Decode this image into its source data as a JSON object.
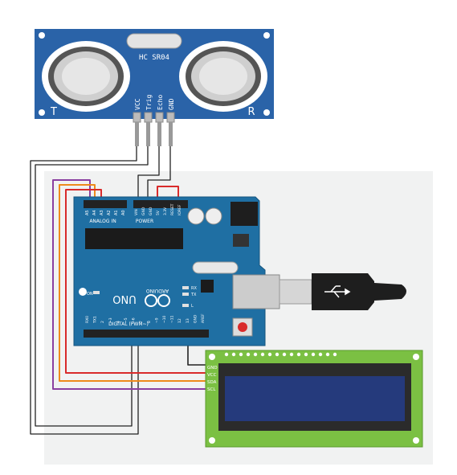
{
  "colors": {
    "board_blue": "#1f6fa3",
    "sensor_blue": "#2a63a8",
    "lcd_green": "#7bc043",
    "lcd_screen": "#253a7c",
    "wire_purple": "#8b3fa0",
    "wire_orange": "#ee8a1c",
    "wire_red": "#d92b2b",
    "wire_black": "#222222",
    "canvas_bg": "#f1f2f2"
  },
  "sensor": {
    "model": "HC SR04",
    "left_label": "T",
    "right_label": "R",
    "pins": [
      "VCC",
      "Trig",
      "Echo",
      "GND"
    ]
  },
  "arduino": {
    "brand": "ARDUINO",
    "model": "UNO",
    "section_analog": "ANALOG IN",
    "section_power": "POWER",
    "section_digital": "DIGITAL (PWM~)",
    "analog_pins": [
      "A5",
      "A4",
      "A3",
      "A2",
      "A1",
      "A0"
    ],
    "power_pins": [
      "VIN",
      "GND",
      "GND",
      "5V",
      "3.3V",
      "RESET",
      "IOREF"
    ],
    "digital_pins": [
      "RX0",
      "TX1",
      "2",
      "~3",
      "4",
      "~5",
      "~6",
      "7",
      "8",
      "~9",
      "~10",
      "~11",
      "12",
      "13",
      "GND",
      "AREF"
    ],
    "led_on": "ON",
    "led_l": "L",
    "led_tx": "TX",
    "led_rx": "RX"
  },
  "lcd": {
    "pins": [
      "GND",
      "VCC",
      "SDA",
      "SCL"
    ]
  }
}
